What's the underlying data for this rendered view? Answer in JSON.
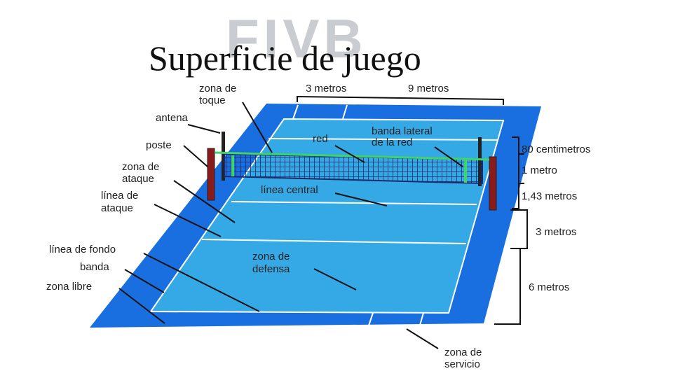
{
  "logo": "FIVB",
  "title": "Superficie de juego",
  "labels": {
    "zona_toque_1": "zona de",
    "zona_toque_2": "toque",
    "tres_metros_top": "3 metros",
    "nueve_metros": "9 metros",
    "antena": "antena",
    "red": "red",
    "banda_lateral_1": "banda lateral",
    "banda_lateral_2": "de la red",
    "poste": "poste",
    "cm80": "80 centimetros",
    "zona_ataque_1": "zona de",
    "zona_ataque_2": "ataque",
    "un_metro": "1 metro",
    "linea_central": "línea central",
    "linea_ataque_1": "línea de",
    "linea_ataque_2": "ataque",
    "m143": "1,43 metros",
    "tres_metros_side": "3 metros",
    "linea_fondo": "línea de fondo",
    "zona_defensa_1": "zona de",
    "zona_defensa_2": "defensa",
    "banda": "banda",
    "seis_metros": "6 metros",
    "zona_libre": "zona libre",
    "zona_servicio_1": "zona de",
    "zona_servicio_2": "servicio"
  },
  "colors": {
    "free_zone": "#1a6fe0",
    "court": "#35a9e6",
    "lines": "#ffffff",
    "net": "#1a2a6b",
    "net_band": "#3fd46a",
    "post": "#8b1a1a",
    "antenna": "#222222"
  }
}
